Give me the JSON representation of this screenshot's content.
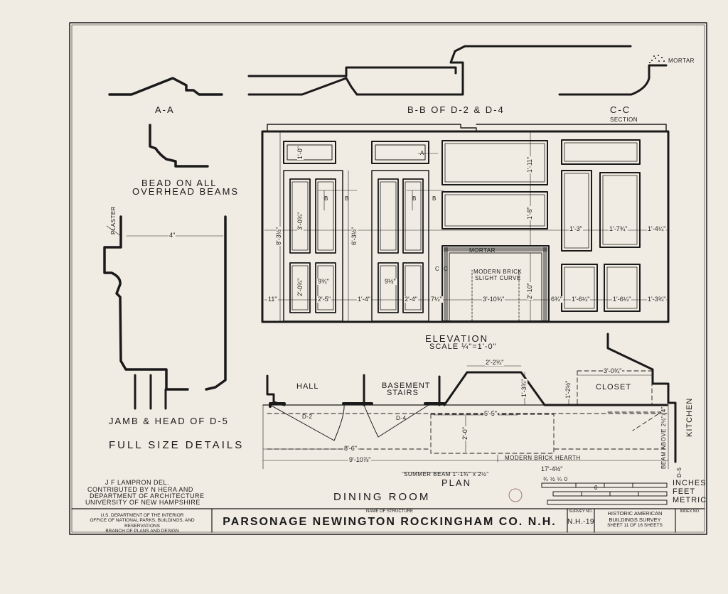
{
  "sections": {
    "aa": "A-A",
    "bb": "B-B OF D-2 & D-4",
    "cc": "C-C",
    "mortar_top": "MORTAR",
    "section": "SECTION"
  },
  "details": {
    "bead_line1": "BEAD ON ALL",
    "bead_line2": "OVERHEAD BEAMS",
    "plaster": "PLASTER",
    "jamb_width": "4\"",
    "jamb_label": "JAMB & HEAD OF D-5",
    "full_size": "FULL SIZE DETAILS"
  },
  "elevation": {
    "title": "ELEVATION",
    "scale": "SCALE ¼\"=1'-0\"",
    "mortar": "MORTAR",
    "brick_line1": "MODERN BRICK",
    "brick_line2": "SLIGHT CURVE",
    "dims": {
      "overall_h": "8'-3½\"",
      "door_h": "6'-3½\"",
      "transom": "1'-0\"",
      "panel_upper": "3'-0¾\"",
      "panel_lower": "2'-0¾\"",
      "left_margin": "11\"",
      "d1": "9¾\"",
      "d2": "2'-5\"",
      "d3": "1'-4\"",
      "d4": "9½\"",
      "d5": "2'-4\"",
      "d6": "7¼\"",
      "hearth_w": "3'-10¾\"",
      "hearth_h": "2'-10\"",
      "top_panel": "1'-11\"",
      "mid_panel": "1'-8\"",
      "r1": "1'-3\"",
      "r2": "1'-7¾\"",
      "r3": "1'-4¼\"",
      "r4": "6¾\"",
      "r5": "1'-6¼\"",
      "r6": "1'-6¼\"",
      "r7": "1'-3¾\"",
      "a_mark": "A",
      "b_mark": "B",
      "c_mark": "C"
    }
  },
  "plan": {
    "title": "PLAN",
    "hall": "HALL",
    "basement_line1": "BASEMENT",
    "basement_line2": "STAIRS",
    "closet": "CLOSET",
    "kitchen": "KITCHEN",
    "d2": "D-2",
    "d4": "D-4",
    "d5": "D-5",
    "hearth": "MODERN BRICK HEARTH",
    "summer_beam": "SUMMER BEAM 1'-1¾\" x 2½\"",
    "beam_above": "BEAM ABOVE 2½\"x4\"",
    "dims": {
      "a": "2'-2¾\"",
      "b": "3'-0¾\"",
      "c": "1'-3¾\"",
      "d": "1'-2½\"",
      "e": "5'-5\"",
      "f": "2'-0\"",
      "g": "8'-6\"",
      "h": "9'-10⅞\"",
      "i": "17'-4½\""
    }
  },
  "room_title": "DINING ROOM",
  "credits": {
    "line1": "J F LAMPRON  DEL.",
    "line2": "CONTRIBUTED BY N HERA AND",
    "line3": "DEPARTMENT OF ARCHITECTURE",
    "line4": "UNIVERSITY OF NEW HAMPSHIRE"
  },
  "scale_bar": {
    "inches": "INCHES",
    "feet": "FEET",
    "metric": "METRIC",
    "fractions": "¾ ½ ¼ 0",
    "zero": "0"
  },
  "title_block": {
    "agency1": "U.S. DEPARTMENT OF THE INTERIOR",
    "agency2": "OFFICE OF NATIONAL PARKS, BUILDINGS, AND RESERVATIONS",
    "agency3": "BRANCH OF PLANS AND DESIGN",
    "name_label": "NAME OF STRUCTURE",
    "name": "PARSONAGE  NEWINGTON  ROCKINGHAM  CO. N.H.",
    "survey_label": "SURVEY NO.",
    "survey_no": "N.H.-19",
    "habs1": "HISTORIC AMERICAN",
    "habs2": "BUILDINGS SURVEY",
    "sheet": "SHEET 11 OF 16 SHEETS",
    "index_label": "INDEX NO."
  }
}
